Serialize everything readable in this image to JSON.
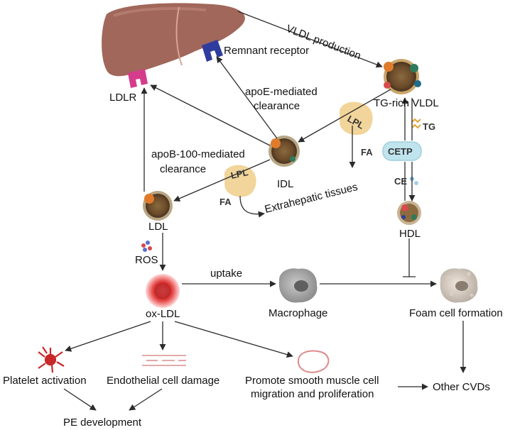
{
  "labels": {
    "vldl_production": "VLDL production",
    "remnant_receptor": "Remnant receptor",
    "ldlr": "LDLR",
    "apoe_line1": "apoE-mediated",
    "apoe_line2": "clearance",
    "tg_rich_vldl": "TG-rich VLDL",
    "lpl_top": "LPL",
    "tg": "TG",
    "fa_top": "FA",
    "cetp": "CETP",
    "ce": "CE",
    "apob_line1": "apoB-100-mediated",
    "apob_line2": "clearance",
    "lpl_mid": "LPL",
    "idl": "IDL",
    "extrahepatic": "Extrahepatic tissues",
    "fa_mid": "FA",
    "ldl": "LDL",
    "hdl": "HDL",
    "ros": "ROS",
    "uptake": "uptake",
    "ox_ldl": "ox-LDL",
    "macrophage": "Macrophage",
    "foam_cell": "Foam cell formation",
    "platelet": "Platelet activation",
    "endothelial": "Endothelial  cell damage",
    "smooth_line1": "Promote smooth muscle cell",
    "smooth_line2": "migration and proliferation",
    "other_cvds": "Other CVDs",
    "pe_development": "PE development"
  },
  "colors": {
    "liver": "#a0675a",
    "ldlr": "#d63c8c",
    "remnant_receptor": "#2f3c9e",
    "lpl": "#f2d59a",
    "cetp": "#bfe4ee",
    "ox_ldl": "#e23a3a",
    "macrophage": "#a9a9a9",
    "platelet": "#c8282a"
  }
}
